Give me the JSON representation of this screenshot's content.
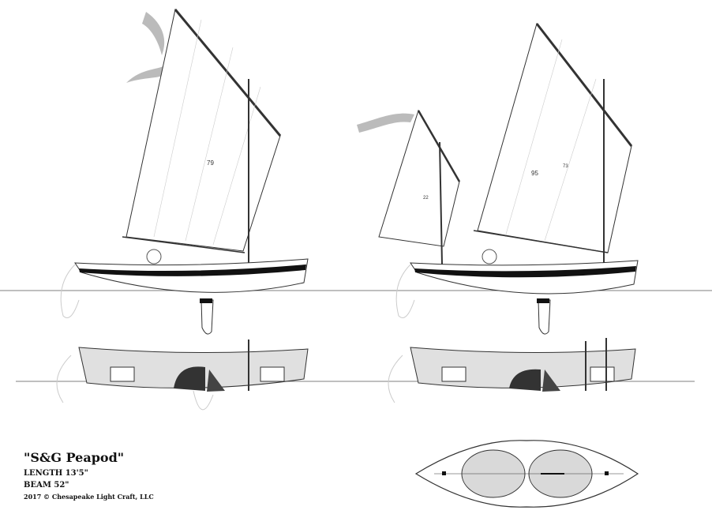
{
  "title": "\"S&G Peapod\"",
  "length": "LENGTH 13'5\"",
  "beam": "BEAM 52\"",
  "copyright": "2017 © Chesapeake Light Craft, LLC",
  "sail_areas": {
    "left_main": "79",
    "right_mizzen": "22",
    "right_main": "95",
    "right_main_alt": "73"
  },
  "colors": {
    "line": "#333333",
    "ghost": "#cccccc",
    "hull_stripe": "#111111",
    "deck": "#d9d9d9"
  }
}
